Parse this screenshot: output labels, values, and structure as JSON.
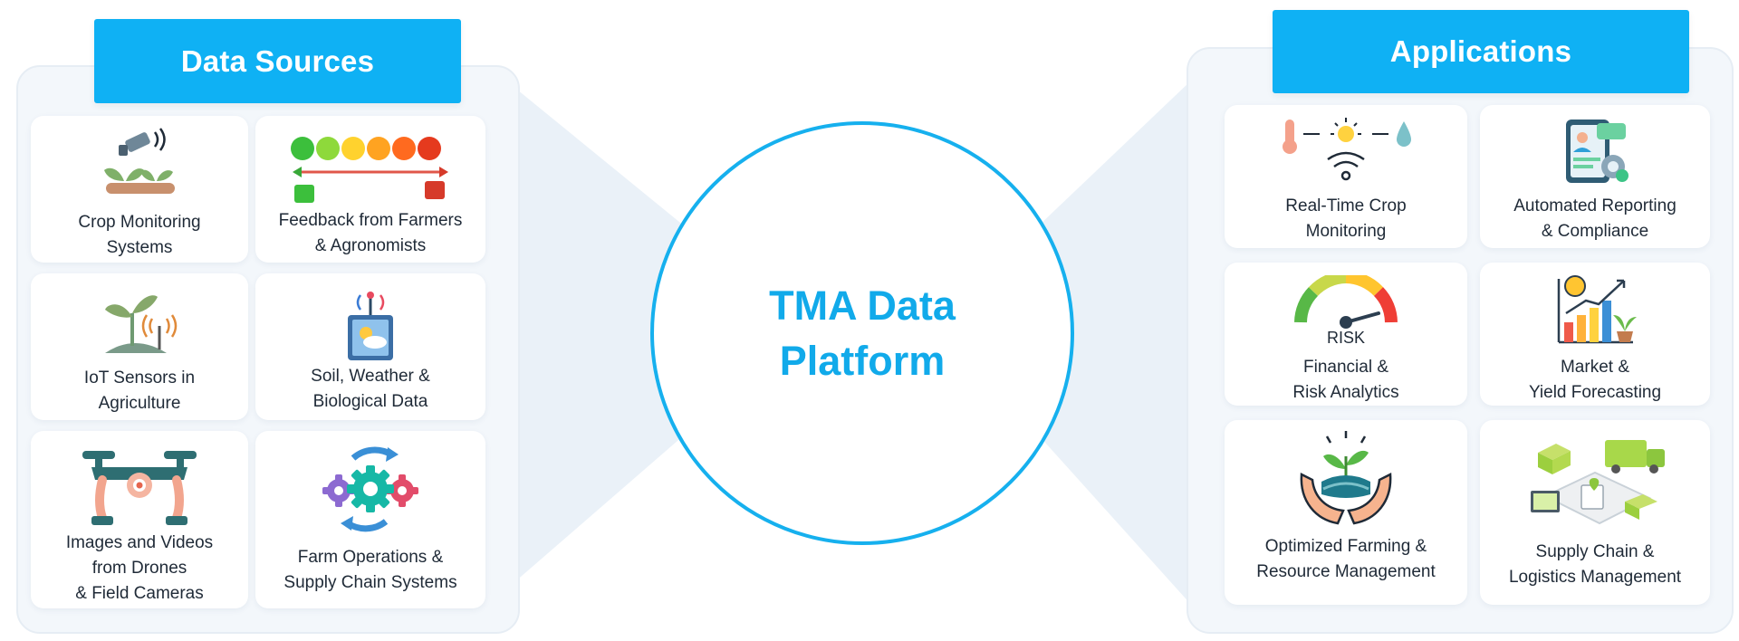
{
  "data_sources": {
    "title": "Data Sources",
    "items": [
      {
        "icon": "crop-monitoring-icon",
        "lines": [
          "Crop Monitoring",
          "Systems"
        ]
      },
      {
        "icon": "feedback-scale-icon",
        "lines": [
          "Feedback from Farmers",
          "& Agronomists"
        ]
      },
      {
        "icon": "iot-sensor-plant-icon",
        "lines": [
          "IoT Sensors in",
          "Agriculture"
        ]
      },
      {
        "icon": "weather-sensor-icon",
        "lines": [
          "Soil, Weather &",
          "Biological Data"
        ]
      },
      {
        "icon": "drone-icon",
        "lines": [
          "Images and Videos",
          "from Drones",
          "& Field Cameras"
        ]
      },
      {
        "icon": "gears-icon",
        "lines": [
          "Farm Operations &",
          "Supply Chain Systems"
        ]
      }
    ]
  },
  "platform": {
    "lines": [
      "TMA Data",
      "Platform"
    ]
  },
  "applications": {
    "title": "Applications",
    "items": [
      {
        "icon": "realtime-monitoring-icon",
        "lines": [
          "Real-Time Crop",
          "Monitoring"
        ]
      },
      {
        "icon": "report-compliance-icon",
        "lines": [
          "Automated Reporting",
          "& Compliance"
        ]
      },
      {
        "icon": "risk-gauge-icon",
        "gauge_text": "RISK",
        "lines": [
          "Financial &",
          "Risk Analytics"
        ]
      },
      {
        "icon": "market-chart-icon",
        "lines": [
          "Market &",
          "Yield Forecasting"
        ]
      },
      {
        "icon": "hands-plant-icon",
        "lines": [
          "Optimized Farming &",
          "Resource Management"
        ]
      },
      {
        "icon": "supply-chain-icon",
        "lines": [
          "Supply Chain &",
          "Logistics Management"
        ]
      }
    ]
  },
  "colors": {
    "accent": "#0fb1f4",
    "platform_text": "#11aaea",
    "panel_bg": "#f3f7fb"
  }
}
